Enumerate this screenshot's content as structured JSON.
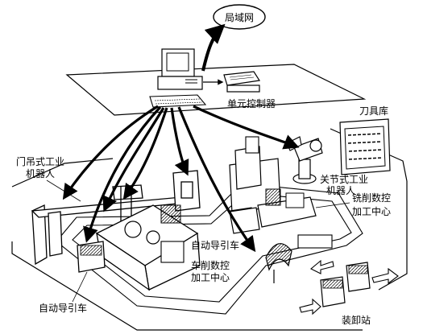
{
  "labels": {
    "lan": "局域网",
    "unit_controller": "单元控制器",
    "tool_magazine": "刀具库",
    "gantry_robot_line1": "门吊式工业",
    "gantry_robot_line2": "机器人",
    "articulated_robot_line1": "关节式工业",
    "articulated_robot_line2": "机器人",
    "milling_center_line1": "铣削数控",
    "milling_center_line2": "加工中心",
    "agv_upper": "自动导引车",
    "turning_center_line1": "车削数控",
    "turning_center_line2": "加工中心",
    "agv_lower": "自动导引车",
    "loading_station": "装卸站"
  }
}
